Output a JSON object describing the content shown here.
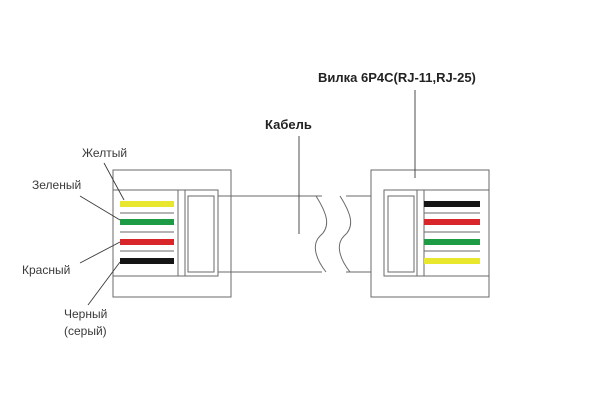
{
  "labels": {
    "plug_title": "Вилка 6P4C(RJ-11,RJ-25)",
    "cable": "Кабель",
    "yellow": "Желтый",
    "green": "Зеленый",
    "red": "Красный",
    "black_line1": "Черный",
    "black_line2": "(серый)"
  },
  "wires": {
    "left_order": [
      "yellow",
      "green",
      "red",
      "black"
    ],
    "right_order": [
      "black",
      "red",
      "green",
      "yellow"
    ]
  },
  "colors": {
    "yellow": "#e9e72d",
    "green": "#1d9b45",
    "red": "#d9262b",
    "black": "#151515",
    "outline": "#6a6a6a"
  }
}
